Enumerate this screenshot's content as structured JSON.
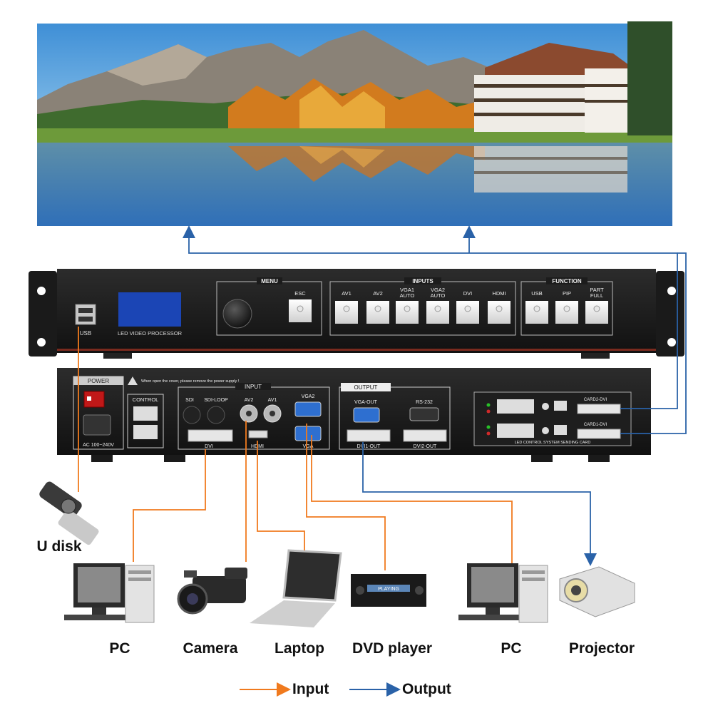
{
  "front_panel": {
    "usb": "USB",
    "screen_caption": "LED VIDEO PROCESSOR",
    "menu_title": "MENU",
    "esc": "ESC",
    "inputs_title": "INPUTS",
    "inputs": [
      "AV1",
      "AV2",
      "VGA1",
      "VGA2",
      "DVI",
      "HDMI"
    ],
    "inputs_sub": [
      "",
      "",
      "AUTO",
      "AUTO",
      "",
      ""
    ],
    "function_title": "FUNCTION",
    "functions": [
      "USB",
      "PIP",
      "PART"
    ],
    "functions_sub": [
      "",
      "",
      "FULL"
    ]
  },
  "rear_panel": {
    "power": "POWER",
    "power_rating": "AC 100~240V",
    "warning": "When open the cover, please remove the power supply !",
    "control": "CONTROL",
    "input_title": "INPUT",
    "sdi": "SDI",
    "sdi_loop": "SDI-LOOP",
    "av2": "AV2",
    "av1": "AV1",
    "vga2": "VGA2",
    "dvi": "DVI",
    "hdmi": "HDMI",
    "vga": "VGA",
    "output_title": "OUTPUT",
    "vga_out": "VGA-OUT",
    "rs232": "RS-232",
    "dvi1_out": "DVI1-OUT",
    "dvi2_out": "DVI2-OUT",
    "card2": "CARD2-DVI",
    "card1": "CARD1-DVI",
    "sending_card": "LED CONTROL SYSTEM SENDING CARD"
  },
  "devices": {
    "u_disk": "U disk",
    "pc_in": "PC",
    "camera": "Camera",
    "laptop": "Laptop",
    "dvd": "DVD player",
    "dvd_display": "PLAYING",
    "pc_out": "PC",
    "projector": "Projector"
  },
  "legend": {
    "input": "Input",
    "output": "Output",
    "input_color": "#f07a1e",
    "output_color": "#2a62a8"
  }
}
